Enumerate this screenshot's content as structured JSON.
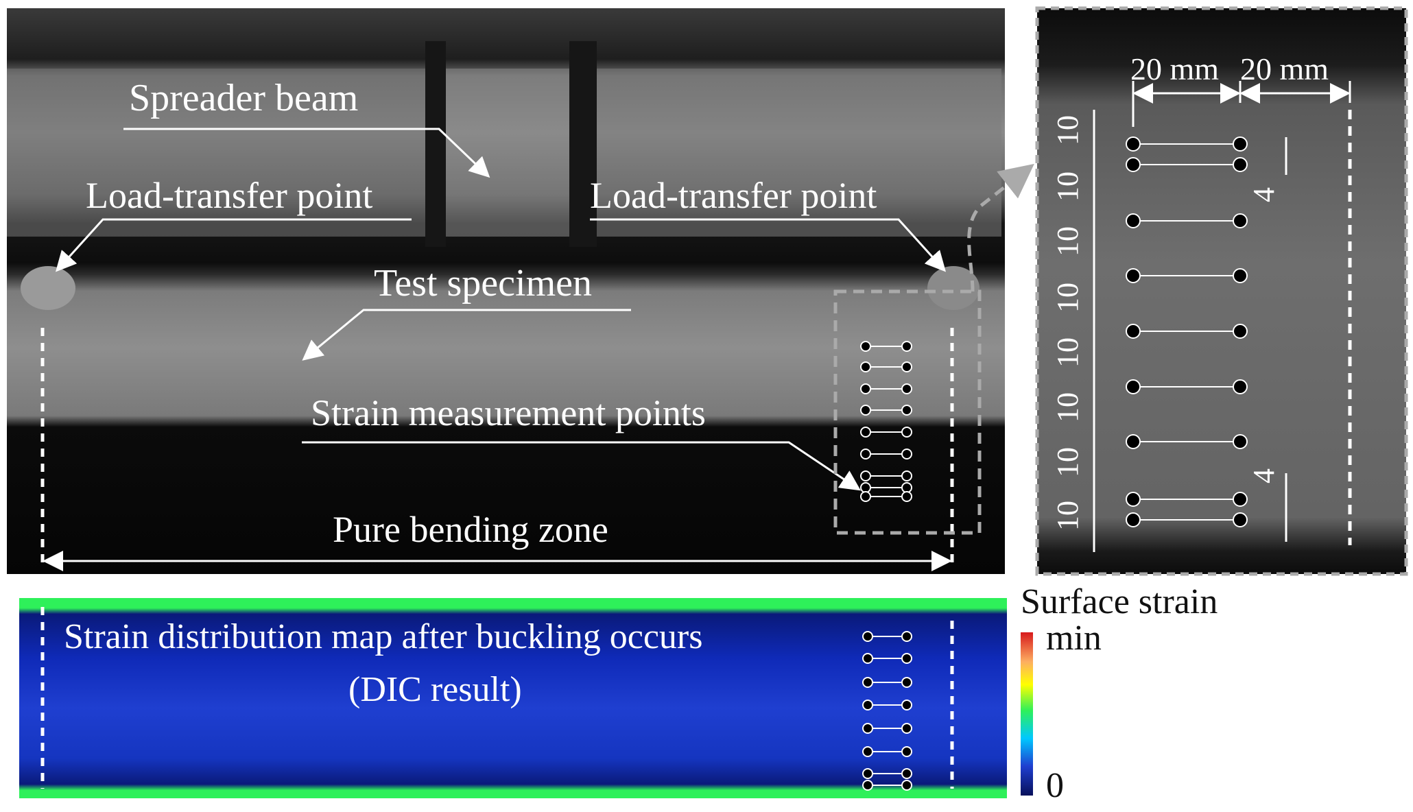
{
  "labels": {
    "spreader_beam": "Spreader beam",
    "load_transfer_left": "Load-transfer point",
    "load_transfer_right": "Load-transfer point",
    "test_specimen": "Test specimen",
    "strain_points": "Strain measurement points",
    "pure_bending": "Pure bending zone",
    "dic_title_line1": "Strain distribution map after buckling occurs",
    "dic_title_line2": "(DIC result)"
  },
  "zoom_dims": {
    "width_left": "20 mm",
    "width_right": "20 mm",
    "vertical_spacings": [
      "10",
      "10",
      "10",
      "10",
      "10",
      "10",
      "10",
      "10"
    ],
    "gap_top": "4",
    "gap_bottom": "4"
  },
  "colorbar": {
    "title": "Surface strain",
    "max_label": "min",
    "min_label": "0",
    "colors": [
      "#d7191c",
      "#fdae61",
      "#ffff00",
      "#2ef05a",
      "#00c8ff",
      "#1f3fd0",
      "#08105a"
    ]
  }
}
